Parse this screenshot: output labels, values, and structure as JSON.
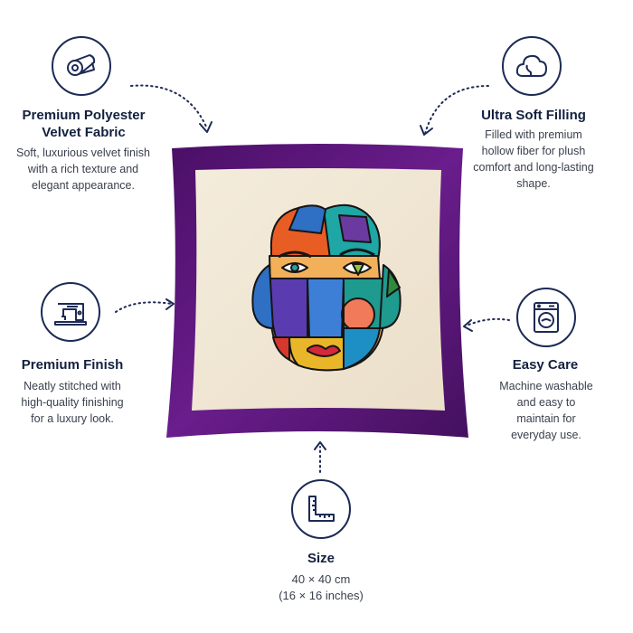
{
  "features": {
    "fabric": {
      "icon": "fabric-roll-icon",
      "title_line1": "Premium Polyester",
      "title_line2": "Velvet Fabric",
      "desc_line1": "Soft, luxurious velvet finish",
      "desc_line2": "with a rich texture and",
      "desc_line3": "elegant appearance."
    },
    "filling": {
      "icon": "cloud-icon",
      "title_line1": "Ultra Soft Filling",
      "desc_line1": "Filled with premium",
      "desc_line2": "hollow fiber for plush",
      "desc_line3": "comfort and long-lasting",
      "desc_line4": "shape."
    },
    "finish": {
      "icon": "sewing-machine-icon",
      "title_line1": "Premium Finish",
      "desc_line1": "Neatly stitched with",
      "desc_line2": "high-quality finishing",
      "desc_line3": "for a luxury look."
    },
    "care": {
      "icon": "washing-machine-icon",
      "title_line1": "Easy Care",
      "desc_line1": "Machine washable",
      "desc_line2": "and easy to",
      "desc_line3": "maintain for",
      "desc_line4": "everyday use."
    },
    "size": {
      "icon": "ruler-icon",
      "title_line1": "Size",
      "desc_line1": "40 × 40 cm",
      "desc_line2": "(16 × 16 inches)"
    }
  },
  "colors": {
    "navy": "#1c2a55",
    "border_purple": "#5a1478",
    "panel_cream": "#f1e7d6"
  }
}
